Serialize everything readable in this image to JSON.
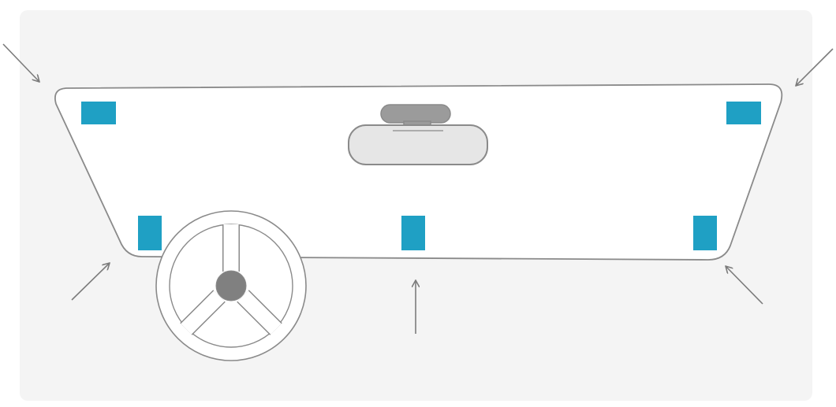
{
  "diagram": {
    "type": "windshield-sticker-placement",
    "colors": {
      "page_background": "#ffffff",
      "panel_background": "#f4f4f4",
      "windshield_fill": "#ffffff",
      "outline": "#8a8a8a",
      "sticker": "#1fa0c4",
      "mirror_fill": "#e6e6e6",
      "mirror_mount_fill": "#9b9b9b",
      "hub_fill": "#808080",
      "arrow": "#7b7b7b"
    },
    "elements": {
      "windshield": {
        "shape": "trapezoid"
      },
      "rearview_mirror": {
        "shape": "rounded-rectangle"
      },
      "steering_wheel": {
        "spokes": 3
      },
      "stickers": [
        {
          "name": "sticker-top-left"
        },
        {
          "name": "sticker-top-right"
        },
        {
          "name": "sticker-bottom-left"
        },
        {
          "name": "sticker-bottom-center"
        },
        {
          "name": "sticker-bottom-right"
        }
      ],
      "arrows": [
        {
          "name": "arrow-top-left",
          "direction": "down-right"
        },
        {
          "name": "arrow-top-right",
          "direction": "down-left"
        },
        {
          "name": "arrow-bottom-left",
          "direction": "up-right"
        },
        {
          "name": "arrow-bottom-center",
          "direction": "up"
        },
        {
          "name": "arrow-bottom-right",
          "direction": "up-left"
        }
      ]
    }
  }
}
